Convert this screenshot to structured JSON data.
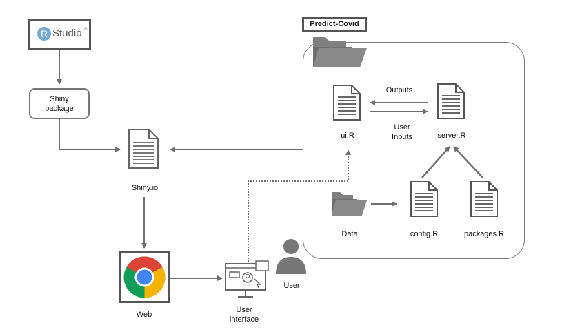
{
  "nodes": {
    "rstudio": {
      "logo_letter": "R",
      "logo_text": "Studio",
      "registered": "®"
    },
    "shiny_package": {
      "line1": "Shiny",
      "line2": "package"
    },
    "shiny_io": {
      "label": "Shiny.io"
    },
    "web": {
      "label": "Web"
    },
    "user_interface": {
      "line1": "User",
      "line2": "interface"
    },
    "user": {
      "label": "User"
    },
    "predict_covid": {
      "label": "Predict-Covid"
    },
    "ui_r": {
      "label": "ui.R"
    },
    "server_r": {
      "label": "server.R"
    },
    "data": {
      "label": "Data"
    },
    "config_r": {
      "label": "config.R"
    },
    "packages_r": {
      "label": "packages.R"
    }
  },
  "edges": {
    "outputs": {
      "label": "Outputs"
    },
    "user_inputs": {
      "line1": "User",
      "line2": "Inputs"
    }
  },
  "colors": {
    "edge": "#6f6f6f",
    "chrome_red": "#db4437",
    "chrome_yellow": "#f4b400",
    "chrome_green": "#0f9d58",
    "chrome_blue": "#4285f4",
    "rstudio_blue": "#75a8d2"
  },
  "icons": [
    "document-icon",
    "folder-icon",
    "chrome-icon",
    "user-interface-icon",
    "user-icon",
    "rstudio-logo"
  ]
}
